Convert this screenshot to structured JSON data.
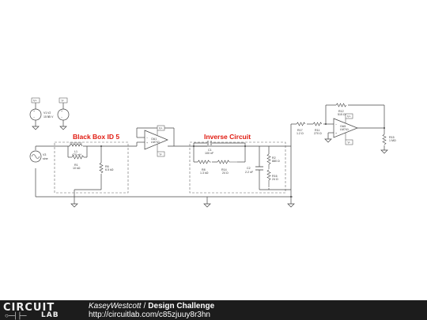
{
  "blocks": {
    "black_box_title": "Black Box ID 5",
    "inverse_title": "Inverse Circuit"
  },
  "sources": {
    "v1": {
      "name": "V1",
      "value": "15 V",
      "node": "V+"
    },
    "v2": {
      "name": "V2",
      "value": "15 V",
      "node": "V-"
    },
    "v3": {
      "name": "V3",
      "value": "sine"
    }
  },
  "components": {
    "l1": {
      "name": "L1",
      "value": "470 nH"
    },
    "r1": {
      "name": "R1",
      "value": "10 kΩ"
    },
    "r6": {
      "name": "R6",
      "value": "6.5 kΩ"
    },
    "oa1": {
      "name": "OA1",
      "model": "LM741"
    },
    "c1": {
      "name": "C1",
      "value": "100 nF"
    },
    "r8": {
      "name": "R8",
      "value": "1.3 kΩ"
    },
    "r14": {
      "name": "R14",
      "value": "24 Ω"
    },
    "c2": {
      "name": "C2",
      "value": "2.2 nF"
    },
    "r2": {
      "name": "R2",
      "value": "880 Ω"
    },
    "r16": {
      "name": "R16",
      "value": "24 Ω"
    },
    "r17": {
      "name": "R17",
      "value": "1.2 Ω"
    },
    "r11": {
      "name": "R11",
      "value": "270 Ω"
    },
    "r12": {
      "name": "R12",
      "value": "515 Ω"
    },
    "oa5": {
      "name": "OA5",
      "model": "LM741"
    },
    "r15": {
      "name": "R15",
      "value": "1 MΩ"
    }
  },
  "nodes": {
    "vplus": "V+",
    "vminus": "V-"
  },
  "footer": {
    "logo_top": "CIRCUIT",
    "logo_bottom": "LAB",
    "author": "KaseyWestcott",
    "separator": "/",
    "title": "Design Challenge",
    "url": "http://circuitlab.com/c85zjuuy8r3hn"
  },
  "colors": {
    "accent_red": "#e0190f",
    "footer_bg": "#1c1c1c",
    "wire": "#444444"
  }
}
